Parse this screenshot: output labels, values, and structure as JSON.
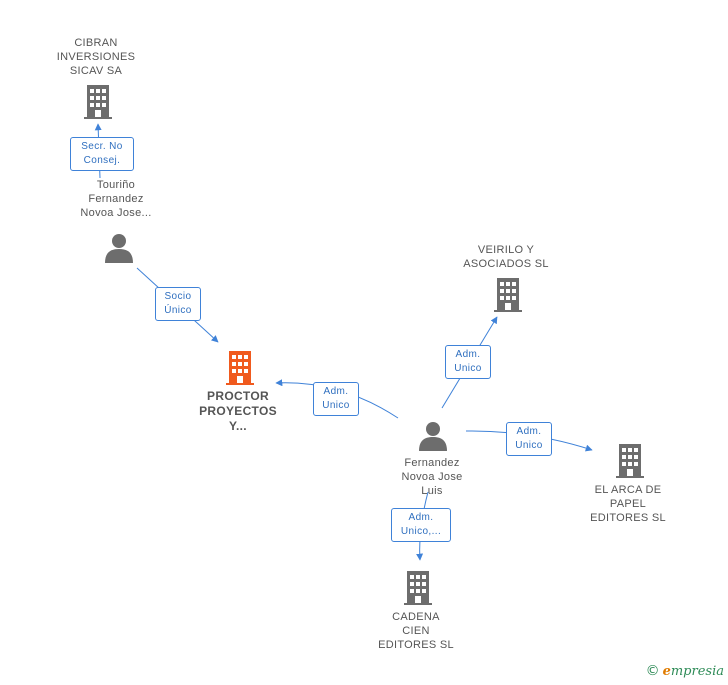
{
  "colors": {
    "edge": "#3f82d8",
    "building": "#6d6d6d",
    "focus_building": "#f05a1e",
    "person": "#6d6d6d",
    "text": "#555555",
    "relation_text": "#2f6fbf",
    "brand": "#2e8b57"
  },
  "nodes": {
    "cibran": {
      "type": "company",
      "lines": [
        "CIBRAN",
        "INVERSIONES",
        "SICAV SA"
      ]
    },
    "tourino": {
      "type": "person",
      "lines": [
        "Touriño",
        "Fernandez",
        "Novoa Jose..."
      ]
    },
    "proctor": {
      "type": "company",
      "focus": true,
      "lines": [
        "PROCTOR",
        "PROYECTOS",
        "Y..."
      ]
    },
    "veirilo": {
      "type": "company",
      "lines": [
        "VEIRILO Y",
        "ASOCIADOS SL"
      ]
    },
    "fernandez": {
      "type": "person",
      "lines": [
        "Fernandez",
        "Novoa Jose",
        "Luis"
      ]
    },
    "arca": {
      "type": "company",
      "lines": [
        "EL ARCA DE",
        "PAPEL",
        "EDITORES SL"
      ]
    },
    "cadena": {
      "type": "company",
      "lines": [
        "CADENA",
        "CIEN",
        "EDITORES SL"
      ]
    }
  },
  "relations": {
    "tourino_cibran": {
      "lines": [
        "Secr. No",
        "Consej."
      ]
    },
    "tourino_proctor": {
      "lines": [
        "Socio",
        "Único"
      ]
    },
    "fernandez_proctor": {
      "lines": [
        "Adm.",
        "Unico"
      ]
    },
    "fernandez_veirilo": {
      "lines": [
        "Adm.",
        "Unico"
      ]
    },
    "fernandez_arca": {
      "lines": [
        "Adm.",
        "Unico"
      ]
    },
    "fernandez_cadena": {
      "lines": [
        "Adm.",
        "Unico,..."
      ]
    }
  },
  "brand": {
    "copyright": "©",
    "initial": "e",
    "rest": "mpresia"
  }
}
